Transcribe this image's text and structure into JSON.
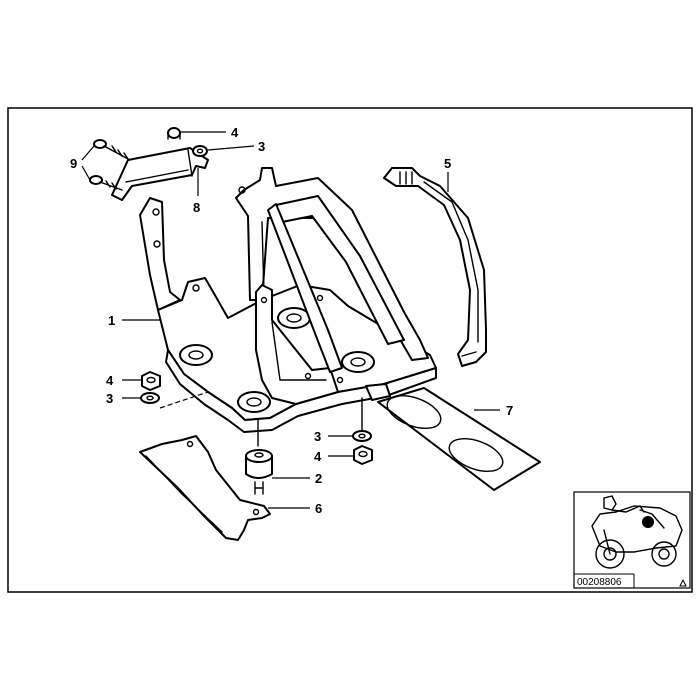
{
  "diagram": {
    "callouts": [
      {
        "id": "1",
        "label": "1"
      },
      {
        "id": "2",
        "label": "2"
      },
      {
        "id": "3",
        "label": "3"
      },
      {
        "id": "4",
        "label": "4"
      },
      {
        "id": "5",
        "label": "5"
      },
      {
        "id": "6",
        "label": "6"
      },
      {
        "id": "7",
        "label": "7"
      },
      {
        "id": "8",
        "label": "8"
      },
      {
        "id": "9",
        "label": "9"
      }
    ],
    "reference_number": "00208806",
    "thumbnail_icon": "motorcycle-location-icon",
    "corner_icon": "triangle-icon"
  }
}
